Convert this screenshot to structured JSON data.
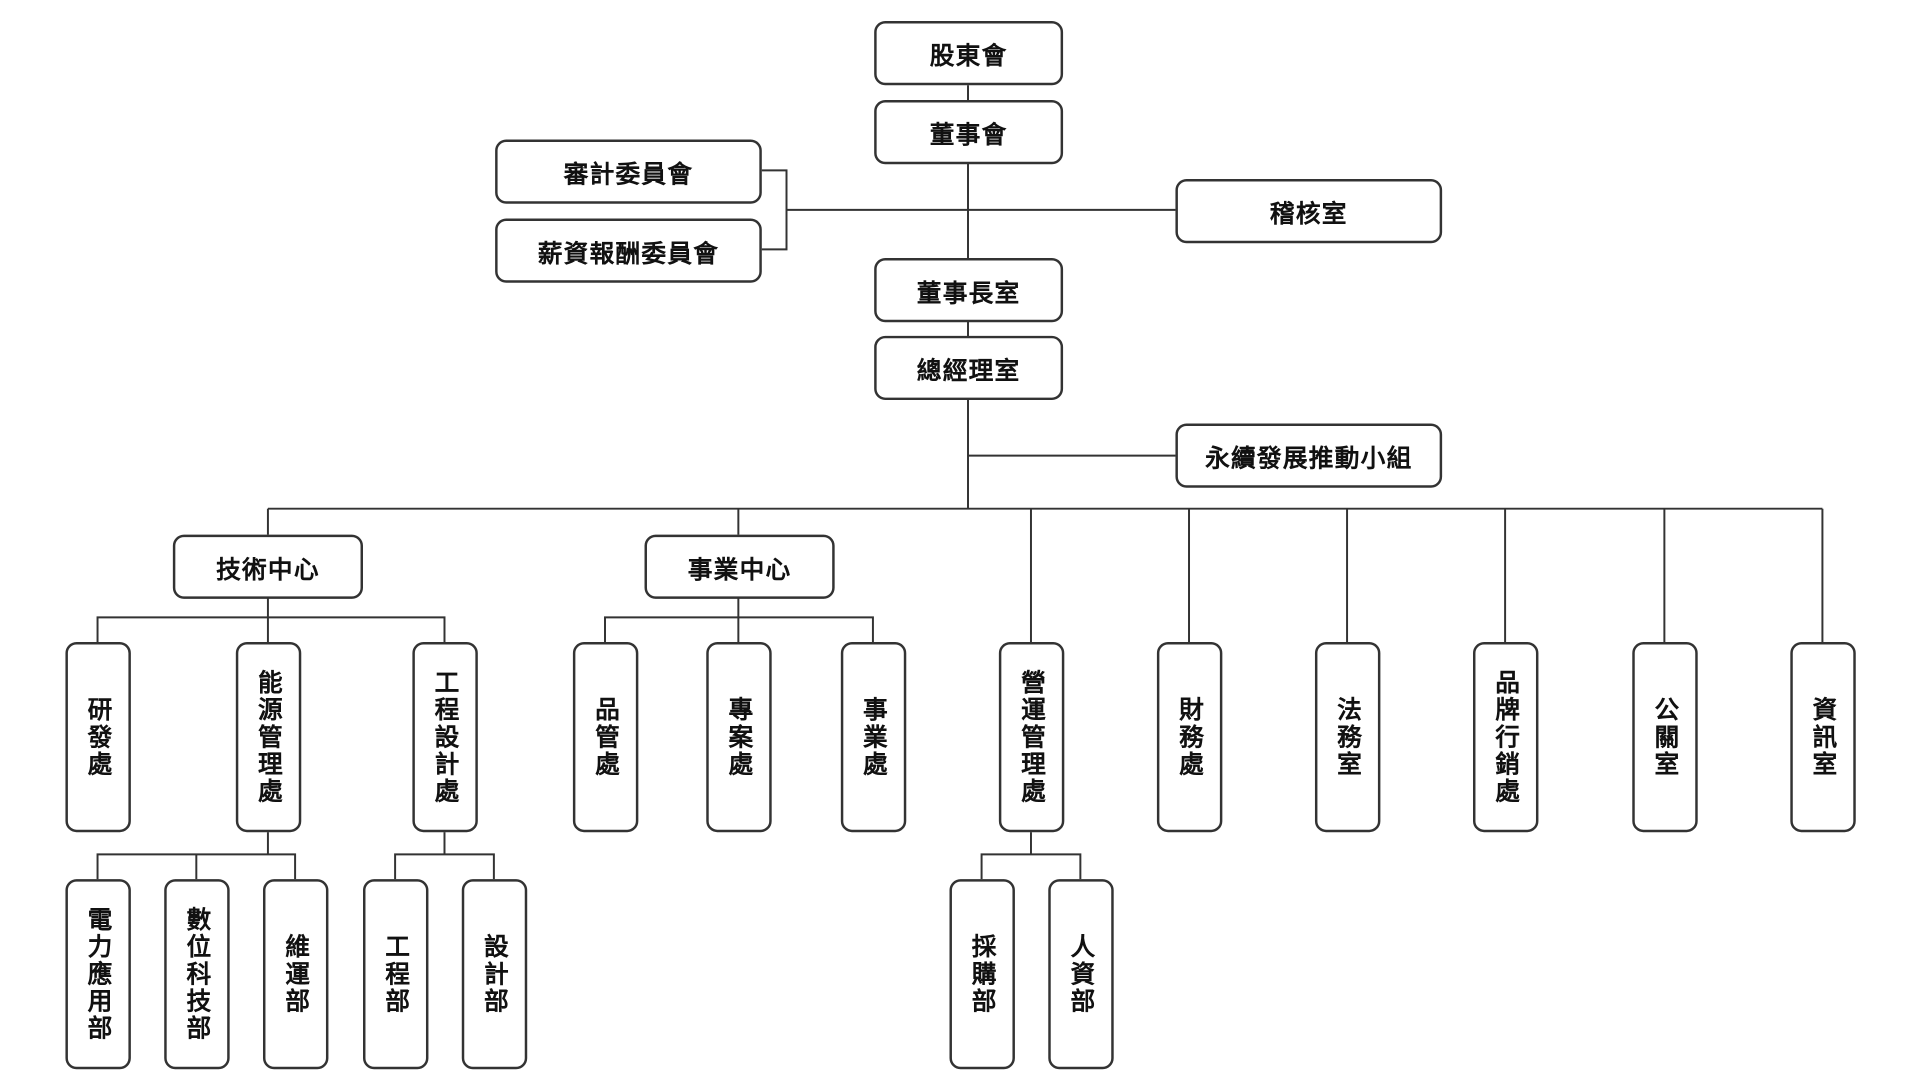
{
  "top": {
    "shareholders": "股東會",
    "board": "董事會",
    "audit_committee": "審計委員會",
    "compensation_committee": "薪資報酬委員會",
    "internal_audit": "稽核室",
    "chairman_office": "董事長室",
    "president_office": "總經理室",
    "sustainability_group": "永續發展推動小組"
  },
  "centers": {
    "tech": {
      "label": "技術中心",
      "divisions": [
        {
          "label": "研發處",
          "depts": []
        },
        {
          "label": "能源管理處",
          "depts": [
            "電力應用部",
            "數位科技部",
            "維運部"
          ]
        },
        {
          "label": "工程設計處",
          "depts": [
            "工程部",
            "設計部"
          ]
        }
      ]
    },
    "business": {
      "label": "事業中心",
      "divisions": [
        {
          "label": "品管處"
        },
        {
          "label": "專案處"
        },
        {
          "label": "事業處"
        }
      ]
    }
  },
  "units": [
    {
      "label": "營運管理處",
      "depts": [
        "採購部",
        "人資部"
      ]
    },
    {
      "label": "財務處"
    },
    {
      "label": "法務室"
    },
    {
      "label": "品牌行銷處"
    },
    {
      "label": "公關室"
    },
    {
      "label": "資訊室"
    }
  ]
}
